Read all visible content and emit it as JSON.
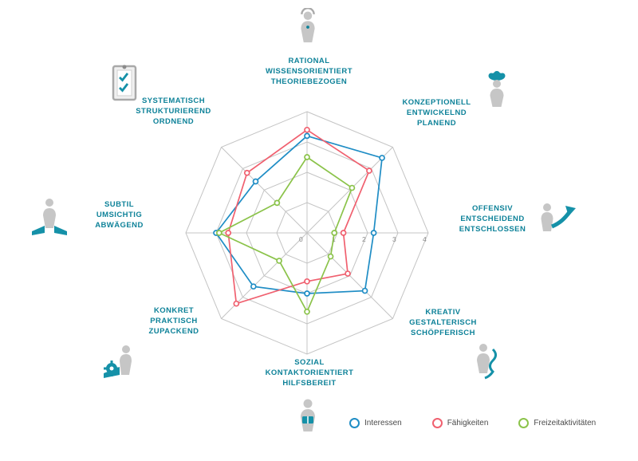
{
  "colors": {
    "label_accent": "#0e8299",
    "grid": "#c4c4c4",
    "tick": "#8a8a8a",
    "series_blue": "#1f8dc5",
    "series_red": "#f0606f",
    "series_green": "#8bc34a"
  },
  "chart_data": {
    "type": "radar",
    "max": 4,
    "levels": [
      0,
      1,
      2,
      3,
      4
    ],
    "axes": [
      {
        "lines": [
          "RATIONAL",
          "WISSENSORIENTIERT",
          "THEORIEBEZOGEN"
        ],
        "icon": "thinker-figure-icon"
      },
      {
        "lines": [
          "KONZEPTIONELL",
          "ENTWICKELND",
          "PLANEND"
        ],
        "icon": "brain-figure-icon"
      },
      {
        "lines": [
          "OFFENSIV",
          "ENTSCHEIDEND",
          "ENTSCHLOSSEN"
        ],
        "icon": "arrow-figure-icon"
      },
      {
        "lines": [
          "KREATIV",
          "GESTALTERISCH",
          "SCHÖPFERISCH"
        ],
        "icon": "creative-figure-icon"
      },
      {
        "lines": [
          "SOZIAL",
          "KONTAKTORIENTIERT",
          "HILFSBEREIT"
        ],
        "icon": "reading-figure-icon"
      },
      {
        "lines": [
          "KONKRET",
          "PRAKTISCH",
          "ZUPACKEND"
        ],
        "icon": "gear-figure-icon"
      },
      {
        "lines": [
          "SUBTIL",
          "UMSICHTIG",
          "ABWÄGEND"
        ],
        "icon": "balance-figure-icon"
      },
      {
        "lines": [
          "SYSTEMATISCH",
          "STRUKTURIEREND",
          "ORDNEND"
        ],
        "icon": "checklist-figure-icon"
      }
    ],
    "series": [
      {
        "name": "Interessen",
        "color": "#1f8dc5",
        "values": [
          3.2,
          3.5,
          2.2,
          2.7,
          2.0,
          2.5,
          3.0,
          2.4
        ]
      },
      {
        "name": "Fähigkeiten",
        "color": "#f0606f",
        "values": [
          3.4,
          2.9,
          1.2,
          1.9,
          1.6,
          3.3,
          2.6,
          2.8
        ]
      },
      {
        "name": "Freizeitaktivitäten",
        "color": "#8bc34a",
        "values": [
          2.5,
          2.1,
          0.9,
          1.1,
          2.6,
          1.3,
          2.9,
          1.4
        ]
      }
    ],
    "legend_position": "bottom-right",
    "grid": true
  }
}
